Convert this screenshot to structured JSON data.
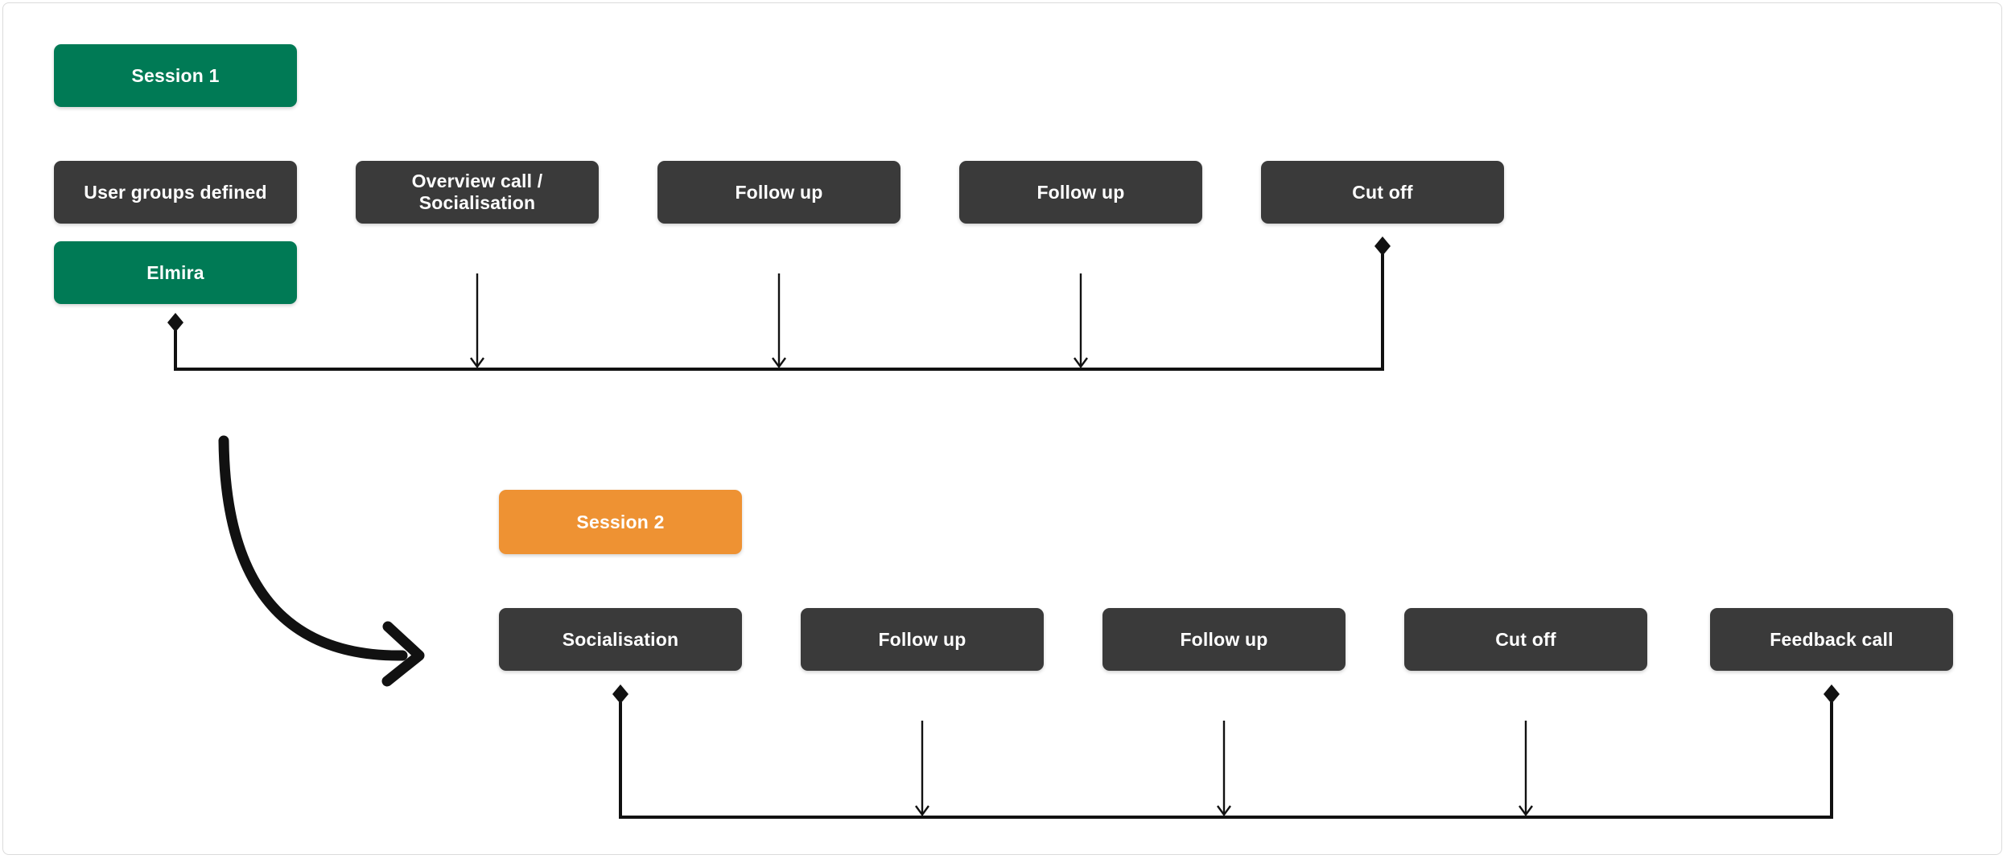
{
  "colors": {
    "session1": "#007A55",
    "session2": "#EE9233",
    "task": "#3A3A3A",
    "connector": "#111111",
    "canvas_border": "#DBDBDB",
    "box_text": "#FFFFFF"
  },
  "sessions": [
    {
      "title": "Session 1",
      "owner": "Elmira",
      "tasks": [
        "User groups defined",
        "Overview call / Socialisation",
        "Follow up",
        "Follow up",
        "Cut off"
      ]
    },
    {
      "title": "Session 2",
      "tasks": [
        "Socialisation",
        "Follow up",
        "Follow up",
        "Cut off",
        "Feedback call"
      ]
    }
  ],
  "icons": {
    "milestone": "diamond-icon",
    "event_marker": "arrow-down-icon",
    "session_transition": "curved-arrow-icon"
  }
}
